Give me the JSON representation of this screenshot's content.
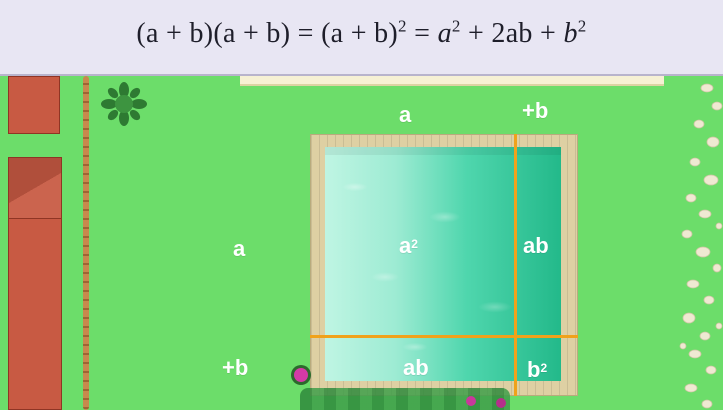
{
  "equation": {
    "lhs": "(a + b)(a + b)",
    "middle_base": "(a + b)",
    "exp2": "2",
    "rhs_a2_base": "a",
    "rhs_middle": "2ab",
    "rhs_b2_base": "b"
  },
  "labels": {
    "top_a": "a",
    "top_b": "+b",
    "left_a": "a",
    "left_b": "+b",
    "region_a2_base": "a",
    "region_a2_exp": "2",
    "region_ab_right": "ab",
    "region_ab_bottom": "ab",
    "region_b2_base": "b",
    "region_b2_exp": "2"
  },
  "colors": {
    "grass": "#6cdd6a",
    "divider_lines": "#f0a21b",
    "pool_deck": "#ded0a3",
    "roof": "#c85a43"
  },
  "icons": [
    "shrub-icon",
    "flower-icon",
    "stone-path-icon",
    "roof-icon",
    "fence-icon"
  ]
}
